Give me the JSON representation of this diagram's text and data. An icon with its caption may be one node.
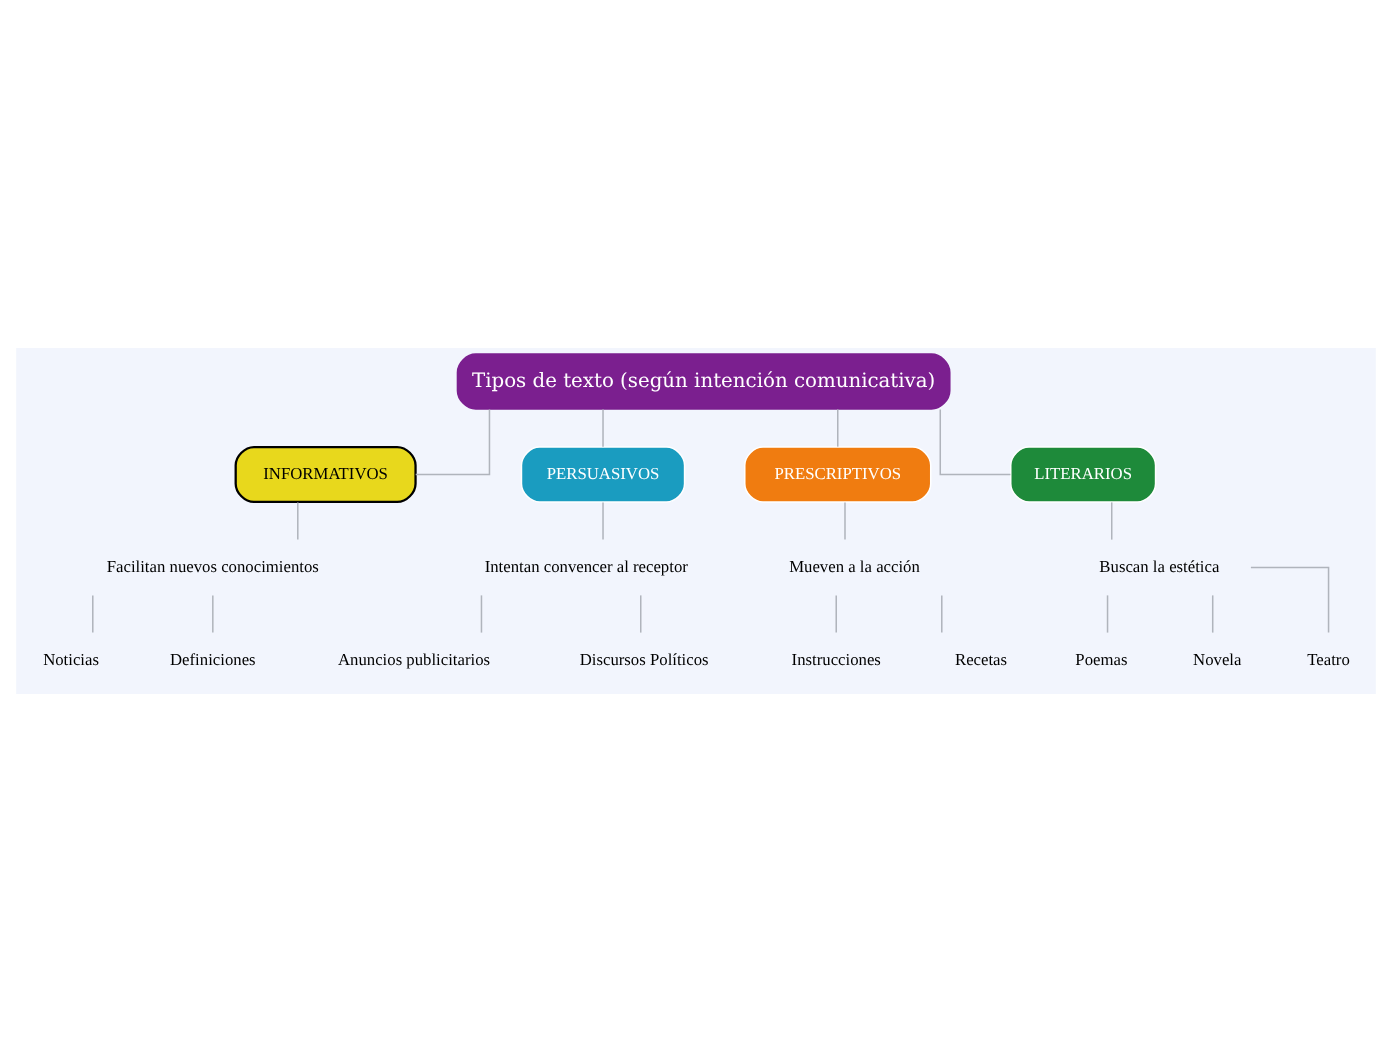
{
  "diagram": {
    "nodes": [
      {
        "text": [
          "Tipos de texto (según intención comunicativa)"
        ]
      },
      {
        "text": [
          "INFORMATIVOS"
        ]
      },
      {
        "text": [
          "PERSUASIVOS"
        ]
      },
      {
        "text": [
          "PRESCRIPTIVOS"
        ]
      },
      {
        "text": [
          "LITERARIOS"
        ]
      },
      {
        "text": [
          "Facilitan nuevos conocimientos"
        ]
      },
      {
        "text": [
          "Intentan convencer al receptor"
        ]
      },
      {
        "text": [
          "Mueven a la acción"
        ]
      },
      {
        "text": [
          "Buscan la estética"
        ]
      },
      {
        "text": [
          "Noticias"
        ]
      },
      {
        "text": [
          "Definiciones"
        ]
      },
      {
        "text": [
          "Anuncios publicitarios"
        ]
      },
      {
        "text": [
          "Discursos Políticos"
        ]
      },
      {
        "text": [
          "Instrucciones"
        ]
      },
      {
        "text": [
          "Recetas"
        ]
      },
      {
        "text": [
          "Poemas"
        ]
      },
      {
        "text": [
          "Novela"
        ]
      },
      {
        "text": [
          "Teatro"
        ]
      }
    ],
    "edges": [
      {
        "from": 0,
        "to": 1,
        "arrow": "none"
      },
      {
        "from": 0,
        "to": 2,
        "arrow": "none"
      },
      {
        "from": 0,
        "to": 3,
        "arrow": "none"
      },
      {
        "from": 0,
        "to": 4,
        "arrow": "none"
      },
      {
        "from": 1,
        "to": 5,
        "arrow": "none"
      },
      {
        "from": 2,
        "to": 6,
        "arrow": "none"
      },
      {
        "from": 3,
        "to": 7,
        "arrow": "none"
      },
      {
        "from": 4,
        "to": 8,
        "arrow": "none"
      },
      {
        "from": 5,
        "to": 9,
        "arrow": "none"
      },
      {
        "from": 5,
        "to": 10,
        "arrow": "none"
      },
      {
        "from": 6,
        "to": 11,
        "arrow": "none"
      },
      {
        "from": 6,
        "to": 12,
        "arrow": "none"
      },
      {
        "from": 7,
        "to": 13,
        "arrow": "none"
      },
      {
        "from": 7,
        "to": 14,
        "arrow": "none"
      },
      {
        "from": 8,
        "to": 15,
        "arrow": "none"
      },
      {
        "from": 8,
        "to": 16,
        "arrow": "none"
      },
      {
        "from": 8,
        "to": 17,
        "arrow": "none"
      }
    ]
  }
}
